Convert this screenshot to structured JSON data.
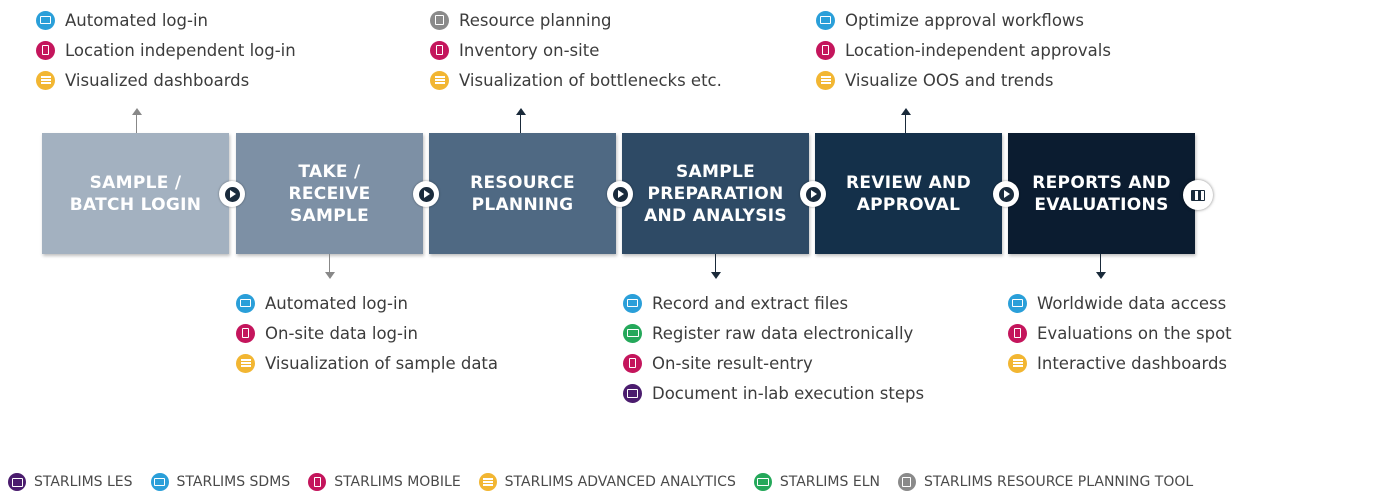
{
  "stages": [
    {
      "label": "SAMPLE /\nBATCH LOGIN",
      "color": "#a3b1c0"
    },
    {
      "label": "TAKE /\nRECEIVE\nSAMPLE",
      "color": "#7d90a5"
    },
    {
      "label": "RESOURCE\nPLANNING",
      "color": "#4f6983"
    },
    {
      "label": "SAMPLE\nPREPARATION\nAND ANALYSIS",
      "color": "#2e4a65"
    },
    {
      "label": "REVIEW AND\nAPPROVAL",
      "color": "#14304a"
    },
    {
      "label": "REPORTS AND\nEVALUATIONS",
      "color": "#0b1c30"
    }
  ],
  "top_groups": [
    {
      "items": [
        {
          "icon": "sdms-icon",
          "text": "Automated log-in"
        },
        {
          "icon": "mobile-icon",
          "text": "Location independent log-in"
        },
        {
          "icon": "analytics-icon",
          "text": "Visualized dashboards"
        }
      ]
    },
    {
      "items": [
        {
          "icon": "resource-planning-icon",
          "text": "Resource planning"
        },
        {
          "icon": "mobile-icon",
          "text": "Inventory on-site"
        },
        {
          "icon": "analytics-icon",
          "text": "Visualization of bottlenecks etc."
        }
      ]
    },
    {
      "items": [
        {
          "icon": "sdms-icon",
          "text": "Optimize approval workflows"
        },
        {
          "icon": "mobile-icon",
          "text": "Location-independent approvals"
        },
        {
          "icon": "analytics-icon",
          "text": "Visualize OOS and trends"
        }
      ]
    }
  ],
  "bottom_groups": [
    {
      "items": [
        {
          "icon": "sdms-icon",
          "text": "Automated log-in"
        },
        {
          "icon": "mobile-icon",
          "text": "On-site data log-in"
        },
        {
          "icon": "analytics-icon",
          "text": "Visualization of sample data"
        }
      ]
    },
    {
      "items": [
        {
          "icon": "sdms-icon",
          "text": "Record and extract files"
        },
        {
          "icon": "eln-icon",
          "text": "Register raw data electronically"
        },
        {
          "icon": "mobile-icon",
          "text": "On-site result-entry"
        },
        {
          "icon": "les-icon",
          "text": "Document in-lab execution steps"
        }
      ]
    },
    {
      "items": [
        {
          "icon": "sdms-icon",
          "text": "Worldwide data access"
        },
        {
          "icon": "mobile-icon",
          "text": "Evaluations on the spot"
        },
        {
          "icon": "analytics-icon",
          "text": "Interactive dashboards"
        }
      ]
    }
  ],
  "legend": [
    {
      "icon": "les-icon",
      "label": "STARLIMS LES"
    },
    {
      "icon": "sdms-icon",
      "label": "STARLIMS SDMS"
    },
    {
      "icon": "mobile-icon",
      "label": "STARLIMS MOBILE"
    },
    {
      "icon": "analytics-icon",
      "label": "STARLIMS ADVANCED ANALYTICS"
    },
    {
      "icon": "eln-icon",
      "label": "STARLIMS ELN"
    },
    {
      "icon": "resource-planning-icon",
      "label": "STARLIMS RESOURCE PLANNING TOOL"
    }
  ]
}
